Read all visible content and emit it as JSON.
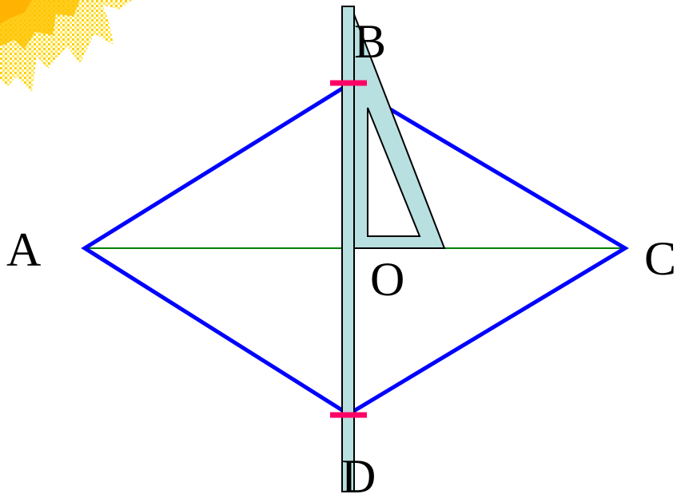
{
  "diagram": {
    "labels": {
      "a": "A",
      "b": "B",
      "c": "C",
      "d": "D",
      "o": "O"
    },
    "colors": {
      "rhombus_sides": "#0000ff",
      "diagonal_ac": "#008000",
      "tools_fill": "#b8e0e0",
      "tools_outline": "#000000",
      "tick_marks": "#ff0066",
      "sun_light": "#ffee33",
      "sun_dark": "#ffc000"
    },
    "decoration": "sun-corner-icon",
    "tools": [
      "ruler",
      "set-square"
    ]
  }
}
